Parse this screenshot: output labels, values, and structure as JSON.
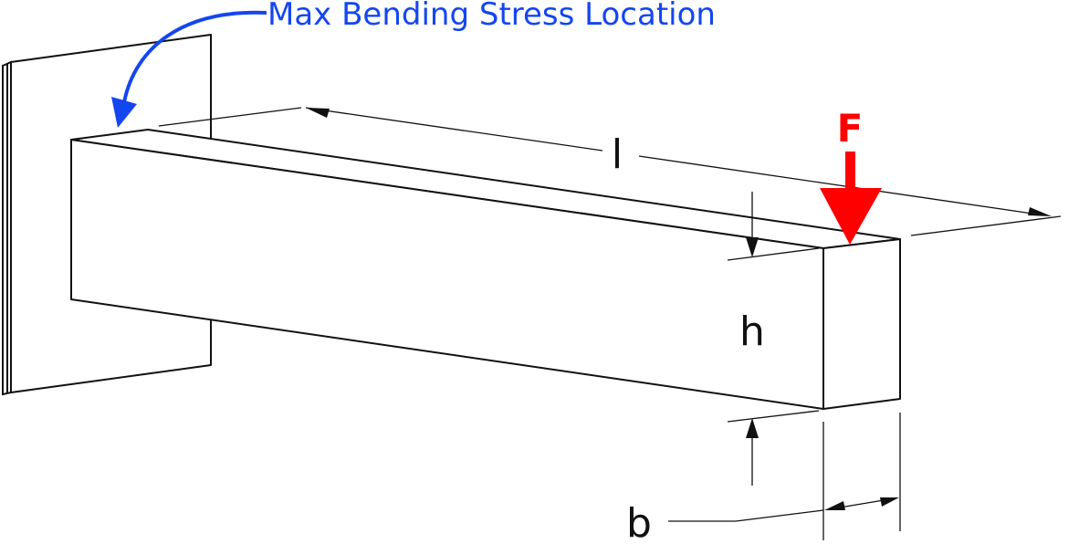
{
  "annotation": {
    "text": "Max Bending Stress Location",
    "color": "#1446f0"
  },
  "force": {
    "label": "F",
    "color": "#ff0000"
  },
  "dimensions": {
    "length_label": "l",
    "height_label": "h",
    "width_label": "b"
  },
  "icons": {
    "wall": "fixed-wall-support",
    "beam": "rectangular-cantilever-beam"
  }
}
